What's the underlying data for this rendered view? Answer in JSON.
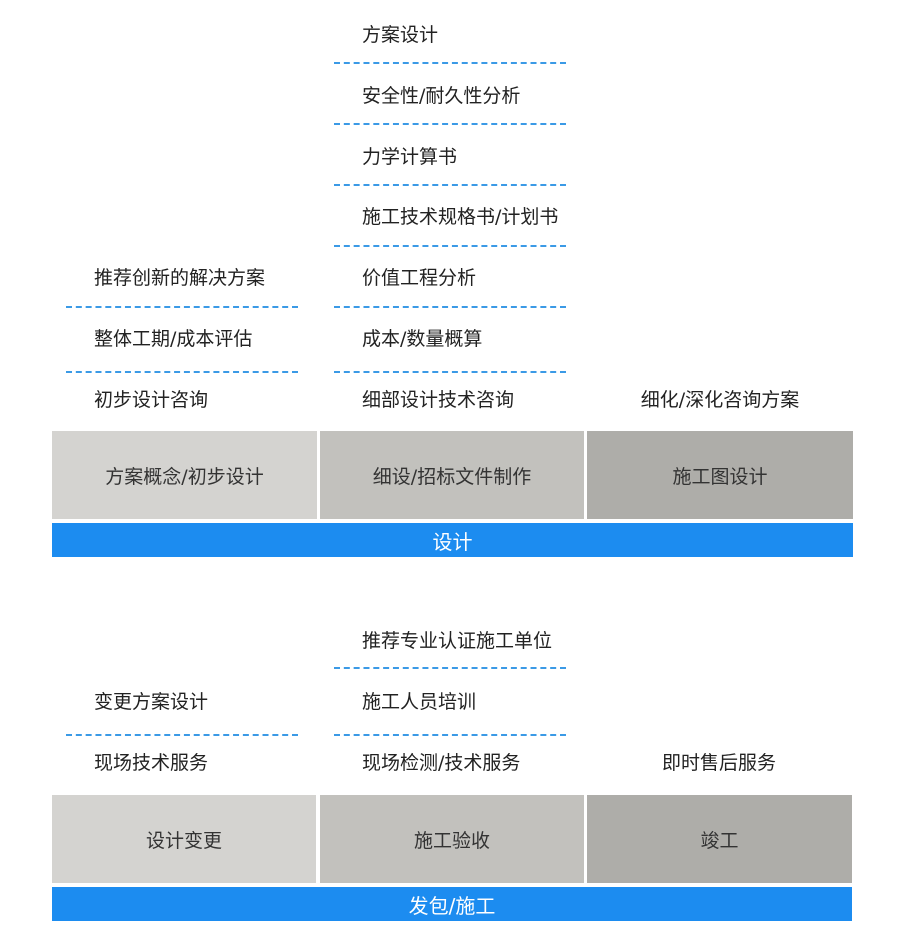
{
  "design": {
    "column1": [
      "推荐创新的解决方案",
      "整体工期/成本评估",
      "初步设计咨询"
    ],
    "column2": [
      "方案设计",
      "安全性/耐久性分析",
      "力学计算书",
      "施工技术规格书/计划书",
      "价值工程分析",
      "成本/数量概算",
      "细部设计技术咨询"
    ],
    "column3": [
      "细化/深化咨询方案"
    ],
    "phases": [
      "方案概念/初步设计",
      "细设/招标文件制作",
      "施工图设计"
    ],
    "bar_label": "设计"
  },
  "construction": {
    "column1": [
      "变更方案设计",
      "现场技术服务"
    ],
    "column2": [
      "推荐专业认证施工单位",
      "施工人员培训",
      "现场检测/技术服务"
    ],
    "column3": [
      "即时售后服务"
    ],
    "phases": [
      "设计变更",
      "施工验收",
      "竣工"
    ],
    "bar_label": "发包/施工"
  }
}
